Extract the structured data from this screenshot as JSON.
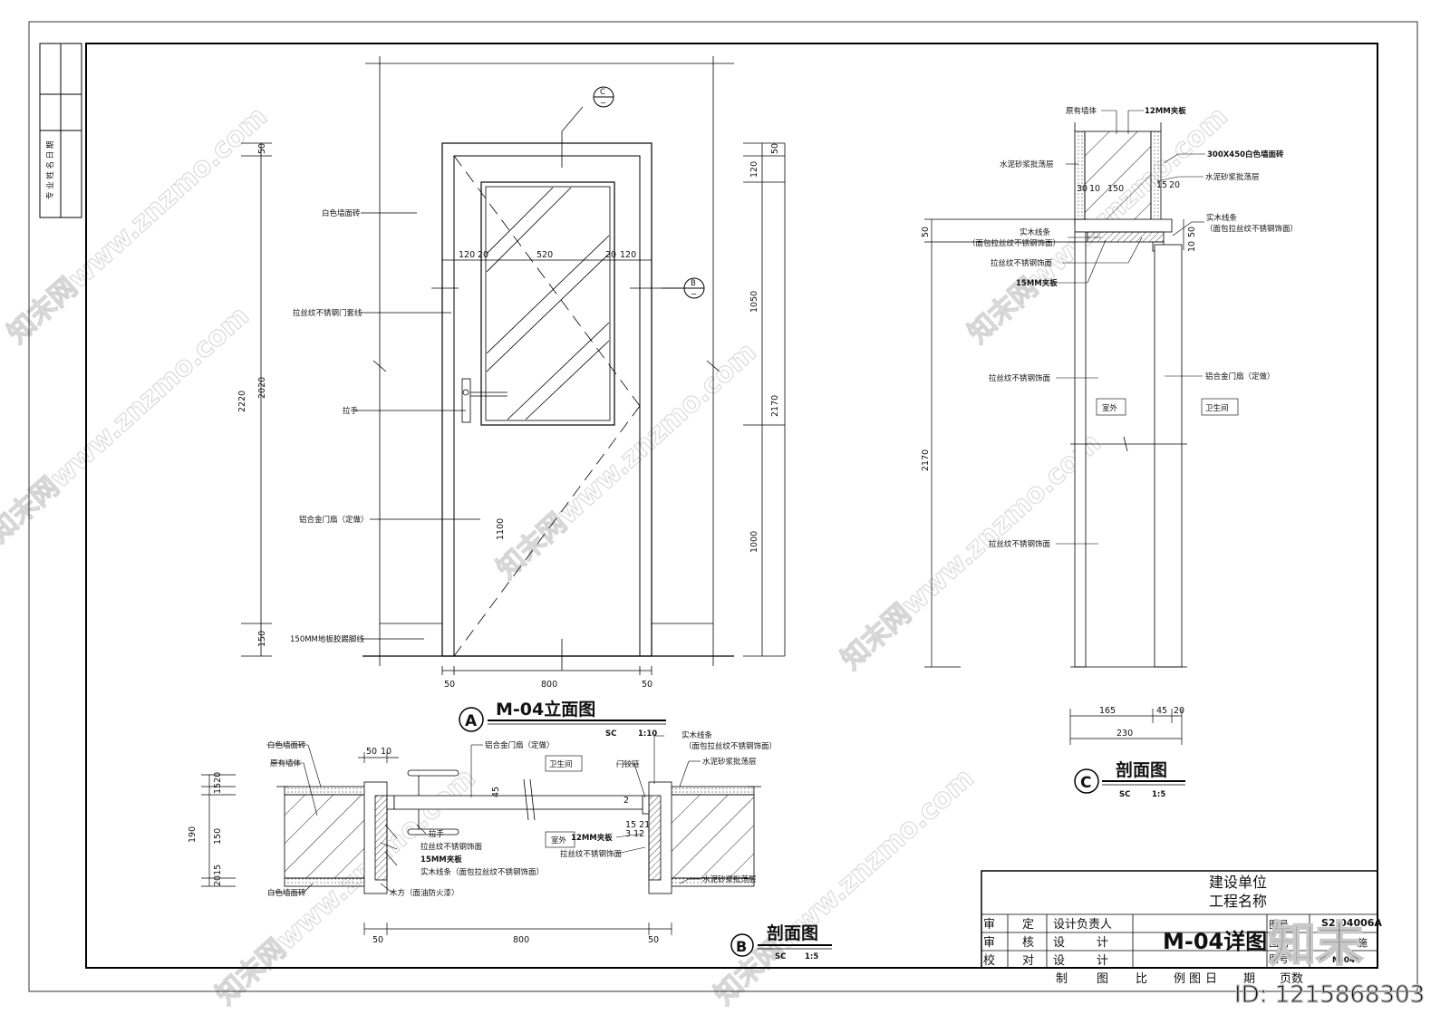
{
  "left_strip": {
    "label": "专 业 姓 名 日 期"
  },
  "elevation": {
    "labels": {
      "white_tile": "白色墙面砖",
      "steel_frame": "拉丝纹不锈钢门套线",
      "handle": "拉手",
      "door_leaf": "铝合金门扇（定做）",
      "skirting": "150MM地板胶踢脚线"
    },
    "dims": {
      "d120a": "120",
      "d20a": "20",
      "d520": "520",
      "d20b": "20",
      "d120b": "120",
      "left_2220": "2220",
      "left_2020": "2020",
      "left_50": "50",
      "left_150": "150",
      "right_50": "50",
      "right_120": "120",
      "right_1050": "1050",
      "right_2170": "2170",
      "right_1000": "1000",
      "mid_1100": "1100",
      "bottom_50a": "50",
      "bottom_800": "800",
      "bottom_50b": "50"
    },
    "marker_c": "C",
    "marker_c_sub": "−",
    "marker_b": "B",
    "marker_b_sub": "−",
    "title_marker": "A",
    "title": "M-04立面图",
    "sc": "SC",
    "scale": "1:10"
  },
  "plan_section": {
    "labels": {
      "white_tile": "白色墙面砖",
      "orig_wall": "原有墙体",
      "door_leaf": "铝合金门扇（定做）",
      "bathroom": "卫生间",
      "outdoor": "室外",
      "hinge": "门铰链",
      "solid_wood": "实木线条",
      "solid_wood_sub": "（面包拉丝纹不锈钢饰面）",
      "mortar": "水泥砂浆批荡层",
      "handle": "拉手",
      "steel_face": "拉丝纹不锈钢饰面",
      "ply15": "15MM夹板",
      "wood_strip": "实木线条（面包拉丝纹不锈钢饰面）",
      "white_tile_b": "白色墙面砖",
      "timber": "木方（面油防火漆）",
      "ply12": "12MM夹板",
      "steel_face_r": "拉丝纹不锈钢饰面",
      "mortar_r": "水泥砂浆批荡层"
    },
    "dims": {
      "d50": "50",
      "d10": "10",
      "d45": "45",
      "d190": "190",
      "d150": "150",
      "d1520": "1520",
      "d2015": "2015",
      "d1521": "15 21",
      "d2": "2",
      "d312": "3 12",
      "b50a": "50",
      "b800": "800",
      "b50b": "50"
    },
    "title_marker": "B",
    "title": "剖面图",
    "sc": "SC",
    "scale": "1:5"
  },
  "section_c": {
    "labels": {
      "orig_wall": "原有墙体",
      "ply12": "12MM夹板",
      "tile300": "300X450白色墙面砖",
      "mortar_l": "水泥砂浆批荡层",
      "mortar_r": "水泥砂浆批荡层",
      "solid_wood": "实木线条",
      "solid_wood_sub": "（面包拉丝纹不锈钢饰面）",
      "solid_wood_r": "实木线条",
      "solid_wood_r_sub": "（面包拉丝纹不锈钢饰面）",
      "steel_face": "拉丝纹不锈钢饰面",
      "ply15": "15MM夹板",
      "steel_face2": "拉丝纹不锈钢饰面",
      "door_leaf": "铝合金门扇（定做）",
      "outdoor": "室外",
      "bathroom": "卫生间",
      "steel_face3": "拉丝纹不锈钢饰面"
    },
    "dims": {
      "d30": "30",
      "d10": "10",
      "d150": "150",
      "d15": "15",
      "d20": "20",
      "d50": "50",
      "d50r": "50",
      "d10r": "10",
      "d2170": "2170",
      "d165": "165",
      "d45": "45",
      "d20b": "20",
      "d230": "230"
    },
    "title_marker": "C",
    "title": "剖面图",
    "sc": "SC",
    "scale": "1:5"
  },
  "title_block": {
    "client": "建设单位",
    "project": "工程名称",
    "drawing_title": "M-04详图",
    "rows": [
      [
        "审",
        "定",
        "设计负责人"
      ],
      [
        "审",
        "核",
        "设",
        "计"
      ],
      [
        "校",
        "对",
        "设",
        "计"
      ],
      [
        "制",
        "图",
        "比",
        "例",
        "图",
        "日",
        "期"
      ]
    ],
    "right_labels": {
      "drawing_no_label": "图号",
      "drawing_no": "S2-04006A",
      "category_label": "图别",
      "category": "施",
      "sheet_label": "图号",
      "sheet": "M-04",
      "page_label": "页数"
    }
  },
  "watermark": {
    "text": "知末网www.znzmo.com",
    "logo": "知末",
    "id": "ID: 1215868303"
  }
}
